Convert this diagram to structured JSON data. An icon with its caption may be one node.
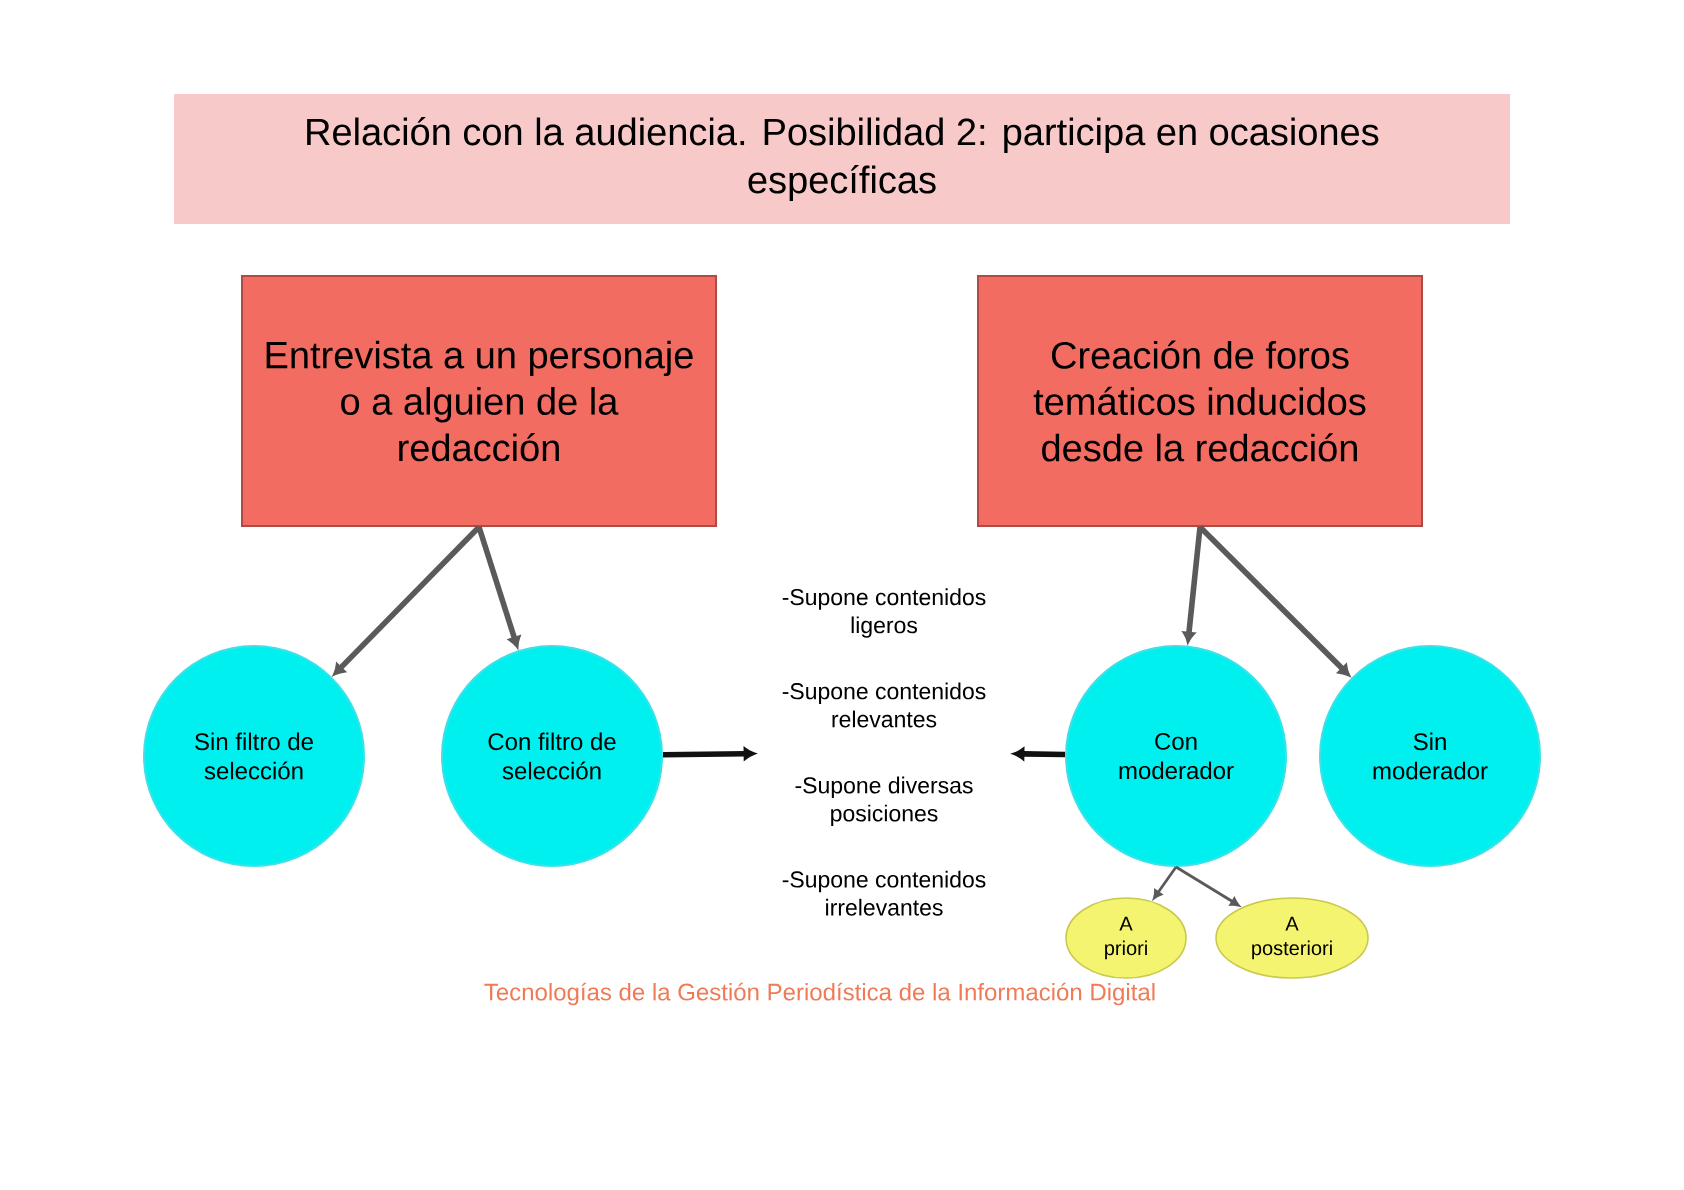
{
  "diagram": {
    "title": "Relación con la audiencia. Posibilidad 2: participa en ocasiones específicas",
    "nodes": [
      {
        "text": [
          "Entrevista a un personaje o a alguien de la redacción"
        ]
      },
      {
        "text": [
          "Creación de foros temáticos inducidos desde la redacción"
        ]
      },
      {
        "text": [
          "Sin filtro de selección"
        ]
      },
      {
        "text": [
          "Con filtro de selección"
        ]
      },
      {
        "text": [
          "-Supone contenidos ligeros",
          "-Supone contenidos relevantes",
          "-Supone diversas posiciones",
          "-Supone contenidos irrelevantes"
        ]
      },
      {
        "text": [
          "Con moderador"
        ]
      },
      {
        "text": [
          "Sin moderador"
        ]
      },
      {
        "text": [
          "A priori"
        ]
      },
      {
        "text": [
          "A posteriori"
        ]
      }
    ],
    "edges": [
      {
        "from": 0,
        "to": 2,
        "arrow": "to"
      },
      {
        "from": 0,
        "to": 3,
        "arrow": "to"
      },
      {
        "from": 1,
        "to": 5,
        "arrow": "to"
      },
      {
        "from": 1,
        "to": 6,
        "arrow": "to"
      },
      {
        "from": 3,
        "to": 4,
        "arrow": "to",
        "color": "#111111"
      },
      {
        "from": 5,
        "to": 4,
        "arrow": "to",
        "color": "#111111"
      },
      {
        "from": 5,
        "to": 7,
        "arrow": "to"
      },
      {
        "from": 5,
        "to": 8,
        "arrow": "to"
      }
    ],
    "labels": [
      "Tecnologías de la Gestión Periodística de la Información Digital"
    ]
  }
}
